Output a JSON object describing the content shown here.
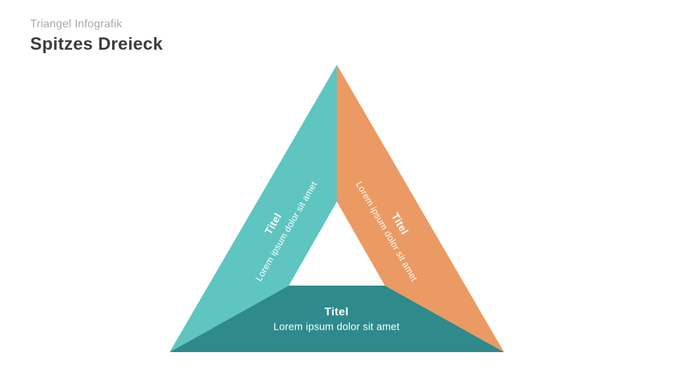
{
  "slide": {
    "eyebrow": "Triangel Infografik",
    "title": "Spitzes Dreieck"
  },
  "palette": {
    "background": "#FFFFFF",
    "eyebrow_text": "#A9A9A9",
    "title_text": "#3C3C3C",
    "segment_label_text": "#FFFFFF"
  },
  "diagram": {
    "type": "pointed-triangle-infographic",
    "segments": [
      {
        "position": "left",
        "color": "#5EC5C1",
        "title": "Titel",
        "description": "Lorem ipsum dolor sit amet"
      },
      {
        "position": "right",
        "color": "#EB9A63",
        "title": "Titel",
        "description": "Lorem ipsum dolor sit amet"
      },
      {
        "position": "bottom",
        "color": "#2E8A8B",
        "title": "Titel",
        "description": "Lorem ipsum dolor sit amet"
      }
    ]
  }
}
